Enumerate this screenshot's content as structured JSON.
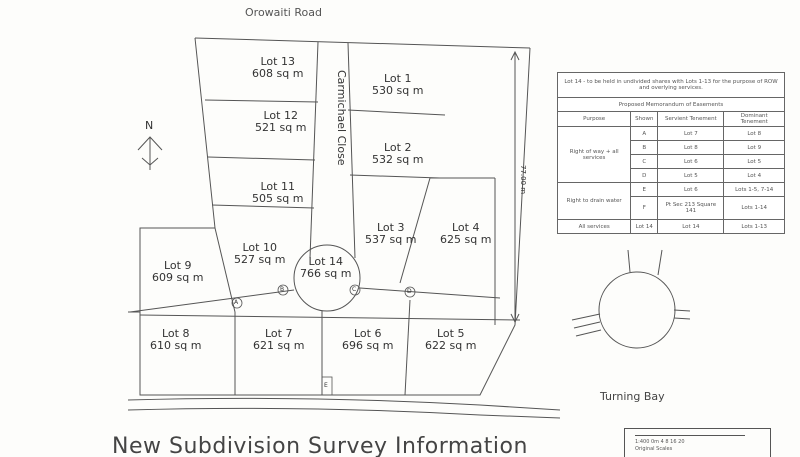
{
  "road_name": "Orowaiti Road",
  "street_name": "Carmichael Close",
  "depth_dimension": "77.00 m",
  "north_label": "N",
  "lots": [
    {
      "lot": "Lot 13",
      "area": "608 sq m"
    },
    {
      "lot": "Lot 1",
      "area": "530 sq m"
    },
    {
      "lot": "Lot 12",
      "area": "521 sq m"
    },
    {
      "lot": "Lot 2",
      "area": "532 sq m"
    },
    {
      "lot": "Lot 11",
      "area": "505 sq m"
    },
    {
      "lot": "Lot 3",
      "area": "537 sq m"
    },
    {
      "lot": "Lot 4",
      "area": "625 sq m"
    },
    {
      "lot": "Lot 10",
      "area": "527 sq m"
    },
    {
      "lot": "Lot 14",
      "area": "766 sq m"
    },
    {
      "lot": "Lot 9",
      "area": "609 sq m"
    },
    {
      "lot": "Lot 8",
      "area": "610 sq m"
    },
    {
      "lot": "Lot 7",
      "area": "621 sq m"
    },
    {
      "lot": "Lot 6",
      "area": "696 sq m"
    },
    {
      "lot": "Lot 5",
      "area": "622 sq m"
    }
  ],
  "easement_markers": [
    "A",
    "B",
    "C",
    "D",
    "E"
  ],
  "easements_table": {
    "note": "Lot 14 - to be held in undivided shares with Lots 1-13 for the purpose of ROW and overlying services.",
    "heading": "Proposed Memorandum of Easements",
    "columns": [
      "Purpose",
      "Shown",
      "Servient Tenement",
      "Dominant Tenement"
    ],
    "rows": [
      {
        "purpose": "Right of way + all services",
        "shown": "A",
        "servient": "Lot 7",
        "dominant": "Lot 8"
      },
      {
        "purpose": "",
        "shown": "B",
        "servient": "Lot 8",
        "dominant": "Lot 9"
      },
      {
        "purpose": "",
        "shown": "C",
        "servient": "Lot 6",
        "dominant": "Lot 5"
      },
      {
        "purpose": "",
        "shown": "D",
        "servient": "Lot 5",
        "dominant": "Lot 4"
      },
      {
        "purpose": "Right to drain water",
        "shown": "E",
        "servient": "Lot 6",
        "dominant": "Lots 1-5, 7-14"
      },
      {
        "purpose": "",
        "shown": "F",
        "servient": "Pt Sec 213 Square 141",
        "dominant": "Lots 1-14"
      },
      {
        "purpose": "All services",
        "shown": "Lot 14",
        "servient": "Lot 14",
        "dominant": "Lots 1-13"
      }
    ]
  },
  "turning_bay_label": "Turning Bay",
  "scale": {
    "ticks": "1:400  0m  4  8        16  20",
    "caption": "Original Scales"
  },
  "title": "New Subdivision Survey Information"
}
